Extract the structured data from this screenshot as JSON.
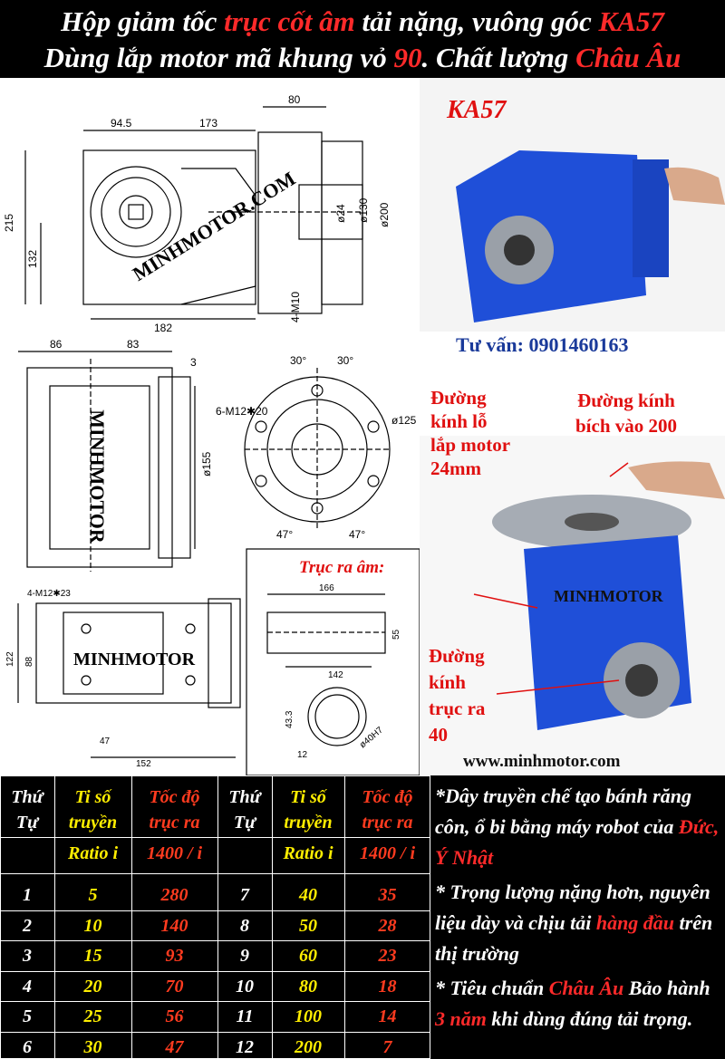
{
  "header": {
    "line1": {
      "p1": "Hộp giảm tốc ",
      "p2": "trục cốt âm",
      "p3": " tải nặng, vuông góc ",
      "p4": "KA57"
    },
    "line2": {
      "p1": "Dùng lắp motor mã khung vỏ ",
      "p2": "90",
      "p3": ". Chất lượng ",
      "p4": "Châu Âu"
    }
  },
  "drawings": {
    "watermark": "MINHMOTOR.COM",
    "brand": "MINHMOTOR",
    "top_view_dims": [
      "94.5",
      "173",
      "80",
      "215",
      "132",
      "182",
      "4-M10",
      "ø24",
      "ø130",
      "ø200"
    ],
    "side_view_dims": [
      "86",
      "83",
      "3",
      "ø155"
    ],
    "flange_dims": [
      "30°",
      "30°",
      "6-M12✱20",
      "ø125",
      "47°",
      "47°"
    ],
    "bottom_view_dims": [
      "4-M12✱23",
      "122",
      "88",
      "47",
      "152"
    ],
    "shaft_title": "Trục ra âm:",
    "shaft_dims": [
      "166",
      "55",
      "142",
      "43.3",
      "12",
      "ø40H7"
    ]
  },
  "photos": {
    "model": "KA57",
    "consult": "Tư vấn: 0901460163",
    "label_motor_hole": "Đường kính lỗ lắp motor 24mm",
    "label_flange": "Đường kính bích vào 200",
    "label_output": "Đường kính trục ra 40",
    "brand": "MINHMOTOR",
    "website": "www.minhmotor.com"
  },
  "table": {
    "headers": {
      "order": [
        "Thứ",
        "Tự"
      ],
      "ratio": [
        "Ti số",
        "truyền"
      ],
      "speed": [
        "Tốc độ",
        "trục ra"
      ],
      "ratio_sub": "Ratio i",
      "speed_sub": "1400 / i"
    },
    "rows": [
      [
        "1",
        "5",
        "280",
        "7",
        "40",
        "35"
      ],
      [
        "2",
        "10",
        "140",
        "8",
        "50",
        "28"
      ],
      [
        "3",
        "15",
        "93",
        "9",
        "60",
        "23"
      ],
      [
        "4",
        "20",
        "70",
        "10",
        "80",
        "18"
      ],
      [
        "5",
        "25",
        "56",
        "11",
        "100",
        "14"
      ],
      [
        "6",
        "30",
        "47",
        "12",
        "200",
        "7"
      ]
    ]
  },
  "notes": {
    "n1a": "*Dây truyền chế tạo bánh răng côn, ổ bi bằng máy robot của ",
    "n1b": "Đức, Ý Nhật",
    "n2a": "* Trọng lượng nặng hơn, nguyên liệu dày và chịu tải ",
    "n2b": "hàng đầu",
    "n2c": " trên thị trường",
    "n3a": "* Tiêu chuẩn ",
    "n3b": "Châu Âu",
    "n3c": " Bảo hành ",
    "n3d": "3 năm",
    "n3e": " khi dùng đúng tải trọng."
  },
  "colors": {
    "red": "#ff2a2a",
    "yellow": "#ffee00",
    "table_red": "#ff3b1f",
    "motor_blue": "#1f4fd8",
    "photo_red_text": "#e01010",
    "consult_blue": "#1a3a9a"
  }
}
